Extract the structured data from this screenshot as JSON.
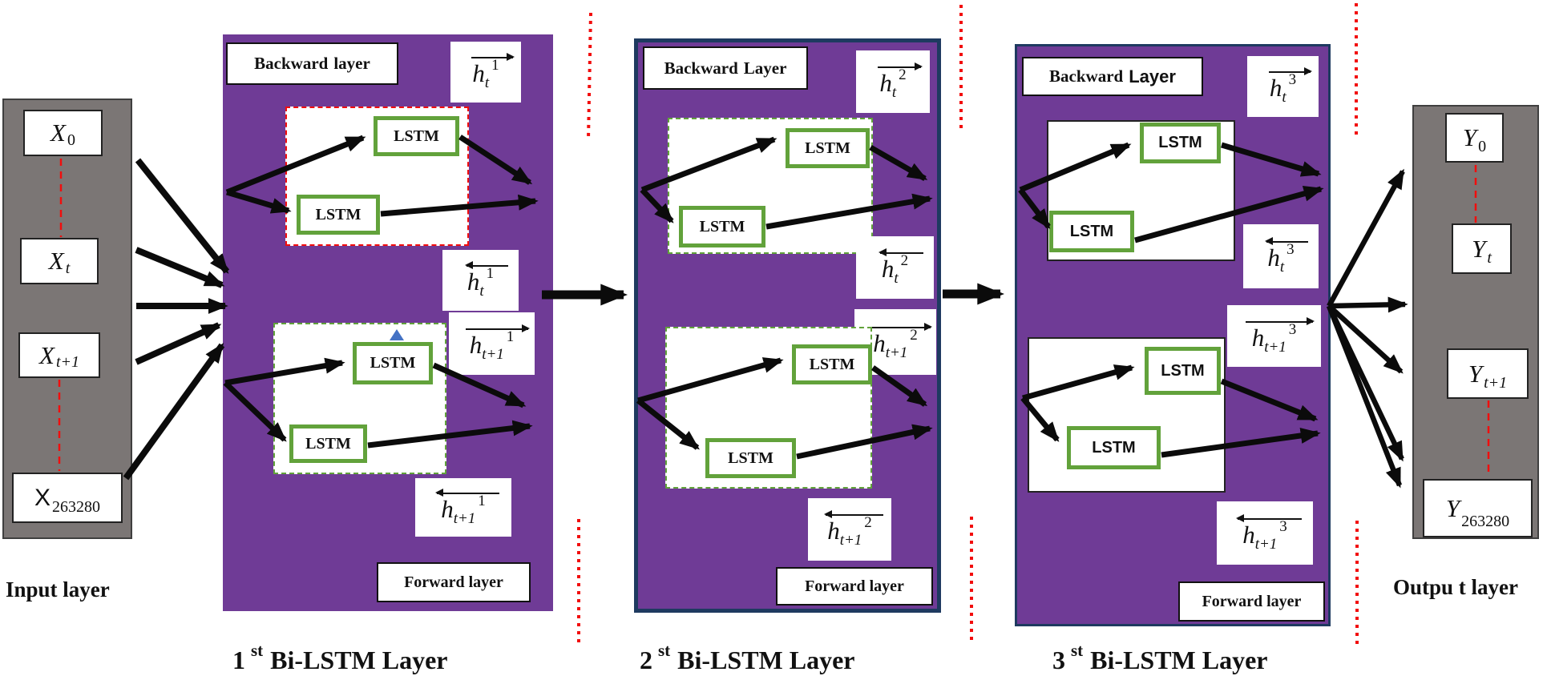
{
  "figure": "three-stacked-bilstm-architecture",
  "colors": {
    "block_purple": "#6f3b96",
    "column_gray": "#7b7675",
    "lstm_green": "#62a23b",
    "block_border_blue": "#1e3a60",
    "dashed_red": "#f20d0d",
    "arrow_black": "#0b0b0b",
    "triangle_blue": "#4472c4"
  },
  "input_layer": {
    "label": "Input layer",
    "nodes": [
      {
        "base": "X",
        "sub": "0"
      },
      {
        "base": "X",
        "sub": "t"
      },
      {
        "base": "X",
        "sub": "t+1"
      },
      {
        "base": "X",
        "sub": "263280"
      }
    ]
  },
  "output_layer": {
    "label": "Outpu t layer",
    "nodes": [
      {
        "base": "Y",
        "sub": "0"
      },
      {
        "base": "Y",
        "sub": "t"
      },
      {
        "base": "Y",
        "sub": "t+1"
      },
      {
        "base": "Y",
        "sub": "263280"
      }
    ]
  },
  "blocks": [
    {
      "caption": {
        "num": "1",
        "sup": "st",
        "rest": "Bi-LSTM Layer"
      },
      "backward_label": {
        "w1": "Backward",
        "w2": "layer"
      },
      "forward_label": "Forward layer",
      "lstm_label": "LSTM",
      "h": [
        {
          "dir": "right",
          "base": "h",
          "sub": "t",
          "sup": "1"
        },
        {
          "dir": "left",
          "base": "h",
          "sub": "t",
          "sup": "1"
        },
        {
          "dir": "right",
          "base": "h",
          "sub": "t+1",
          "sup": "1"
        },
        {
          "dir": "left",
          "base": "h",
          "sub": "t+1",
          "sup": "1"
        }
      ]
    },
    {
      "caption": {
        "num": "2",
        "sup": "st",
        "rest": "Bi-LSTM Layer"
      },
      "backward_label": {
        "w1": "Backward",
        "w2": "Layer"
      },
      "forward_label": "Forward layer",
      "lstm_label": "LSTM",
      "h": [
        {
          "dir": "right",
          "base": "h",
          "sub": "t",
          "sup": "2"
        },
        {
          "dir": "left",
          "base": "h",
          "sub": "t",
          "sup": "2"
        },
        {
          "dir": "right",
          "base": "h",
          "sub": "t+1",
          "sup": "2"
        },
        {
          "dir": "left",
          "base": "h",
          "sub": "t+1",
          "sup": "2"
        }
      ]
    },
    {
      "caption": {
        "num": "3",
        "sup": "st",
        "rest": "Bi-LSTM Layer"
      },
      "backward_label": {
        "w1": "Backward",
        "w2": "Layer"
      },
      "forward_label": "Forward layer",
      "lstm_label": "LSTM",
      "h": [
        {
          "dir": "right",
          "base": "h",
          "sub": "t",
          "sup": "3"
        },
        {
          "dir": "left",
          "base": "h",
          "sub": "t",
          "sup": "3"
        },
        {
          "dir": "right",
          "base": "h",
          "sub": "t+1",
          "sup": "3"
        },
        {
          "dir": "left",
          "base": "h",
          "sub": "t+1",
          "sup": "3"
        }
      ]
    }
  ]
}
